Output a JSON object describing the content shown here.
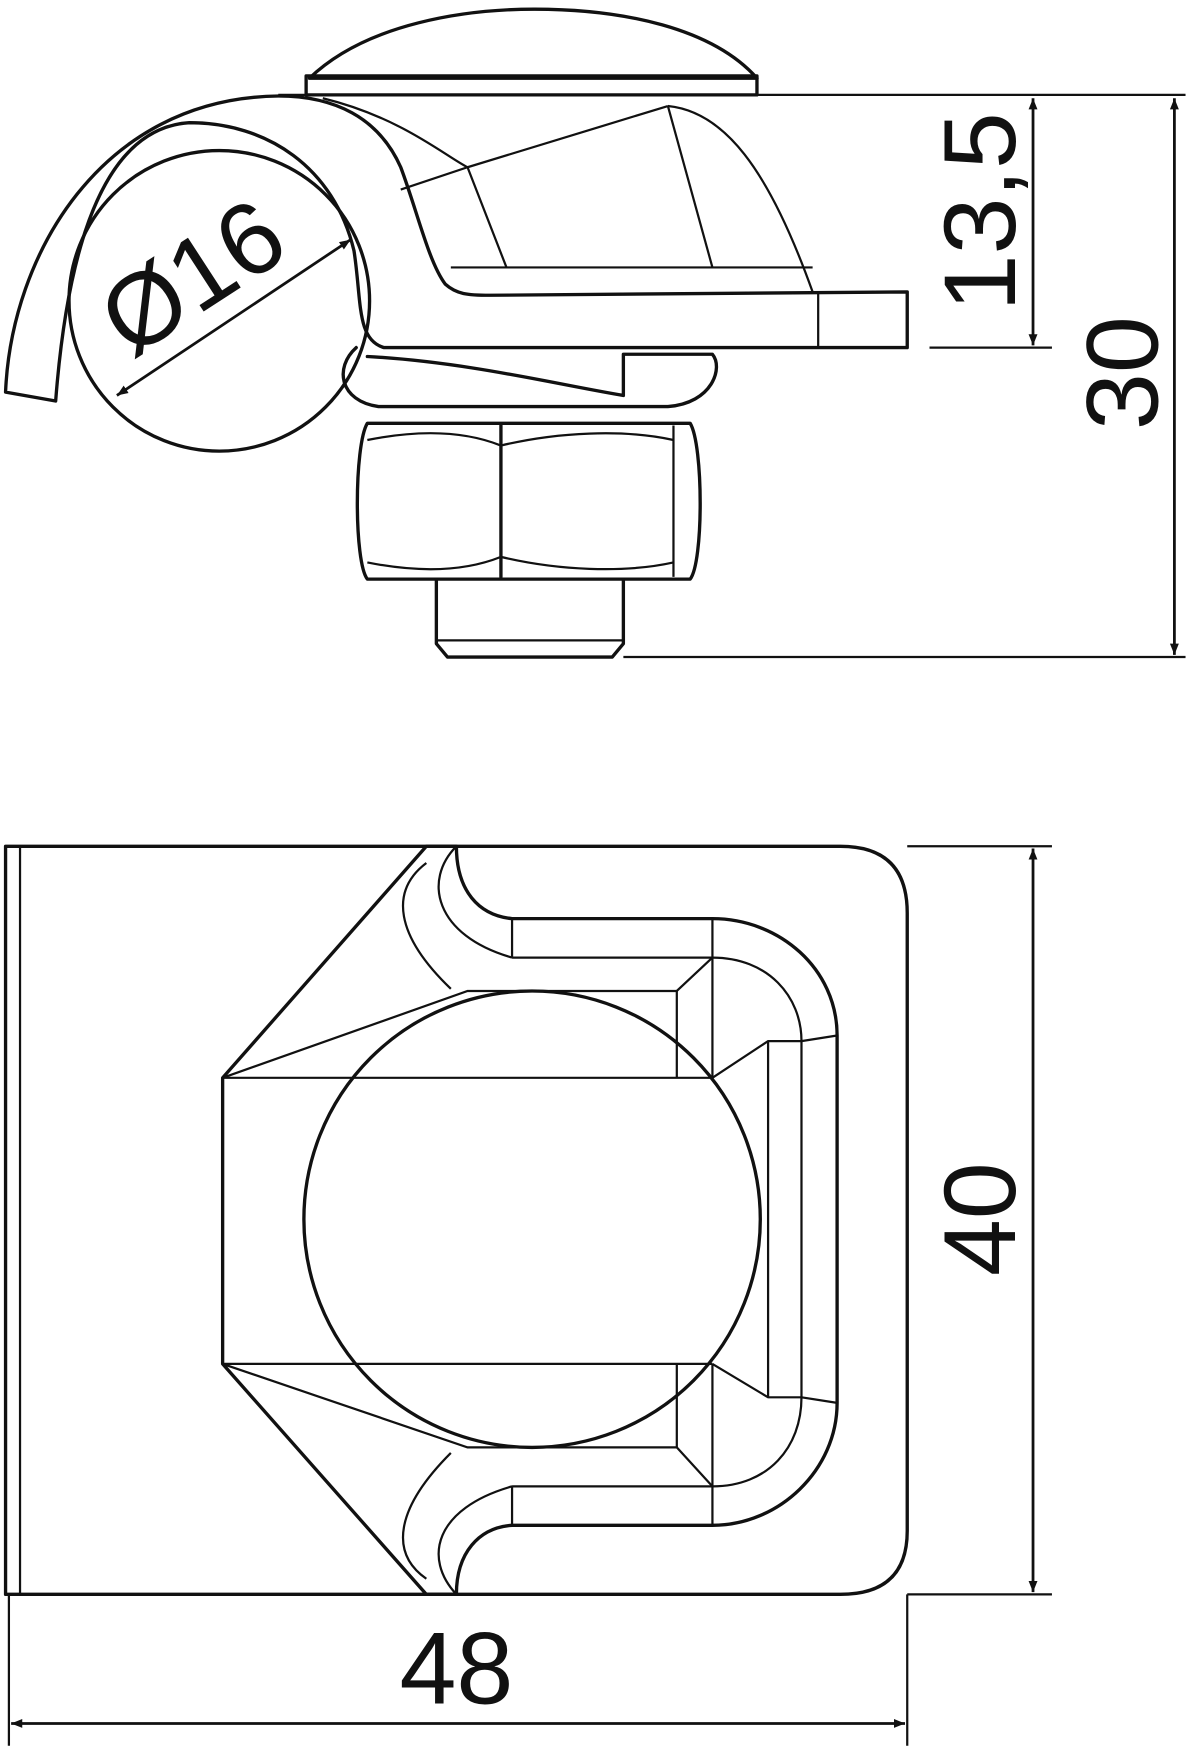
{
  "drawing": {
    "side_view": {
      "diameter_label": "Ø16",
      "height_label_small": "13,5",
      "height_label_total": "30"
    },
    "top_view": {
      "height_label": "40",
      "width_label": "48"
    }
  },
  "colors": {
    "line": "#111111",
    "background": "#ffffff"
  }
}
